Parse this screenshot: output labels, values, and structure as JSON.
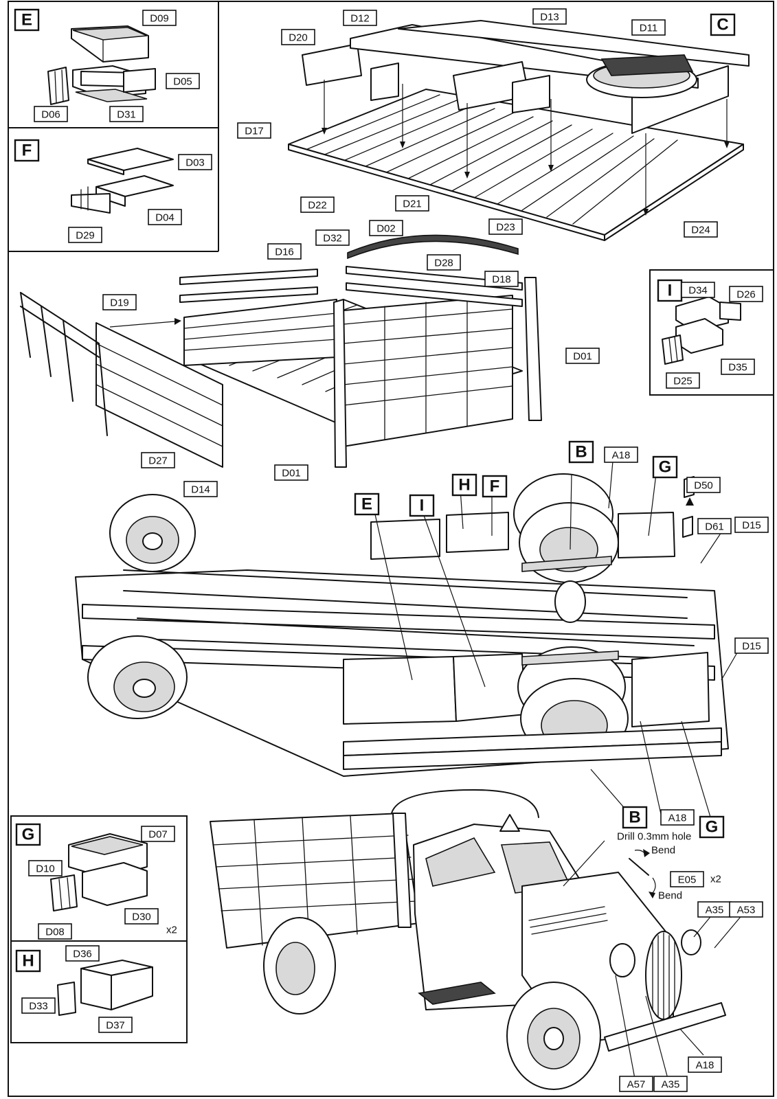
{
  "sheet": {
    "step_letters": [
      "E",
      "F",
      "G",
      "H",
      "I",
      "B",
      "C"
    ],
    "insets": {
      "E": {
        "letter": "E",
        "parts": [
          "D09",
          "D05",
          "D06",
          "D31"
        ]
      },
      "F": {
        "letter": "F",
        "parts": [
          "D03",
          "D04",
          "D29"
        ]
      },
      "I": {
        "letter": "I",
        "parts": [
          "D34",
          "D26",
          "D35",
          "D25"
        ]
      },
      "G": {
        "letter": "G",
        "parts": [
          "D07",
          "D10",
          "D30",
          "D08"
        ],
        "quantity": "x2"
      },
      "H": {
        "letter": "H",
        "parts": [
          "D36",
          "D33",
          "D37"
        ]
      }
    },
    "bed_floor_step": {
      "letter": "C",
      "parts": [
        "D12",
        "D13",
        "D11",
        "D20",
        "D17",
        "D22",
        "D21",
        "D23",
        "D24"
      ]
    },
    "cargo_body_step": {
      "parts": [
        "D16",
        "D32",
        "D02",
        "D28",
        "D18",
        "D19",
        "D01",
        "D01",
        "D27",
        "D14"
      ]
    },
    "chassis_step": {
      "letters": [
        "B",
        "E",
        "I",
        "H",
        "F",
        "G",
        "B",
        "G"
      ],
      "parts": [
        "A18",
        "D50",
        "D61",
        "D15",
        "D15",
        "A18"
      ]
    },
    "final_step": {
      "notes": {
        "drill": "Drill 0.3mm hole",
        "bend_a": "Bend",
        "bend_b": "Bend"
      },
      "parts": [
        "E05",
        "A35",
        "A53",
        "A57",
        "A35",
        "A18"
      ],
      "e05_qty": "x2"
    }
  }
}
